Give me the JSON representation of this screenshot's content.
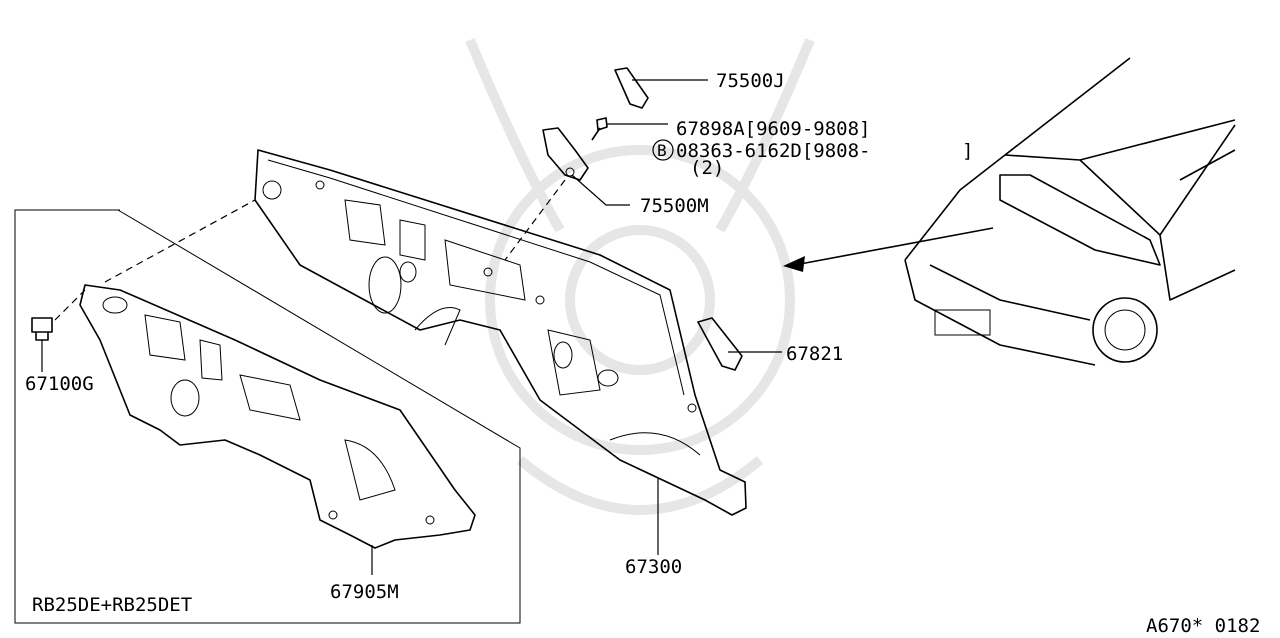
{
  "diagram_code": "A670* 0182",
  "engine_box_label": "RB25DE+RB25DET",
  "callouts": {
    "p75500J": "75500J",
    "p67898A": "67898A[9609-9808]",
    "p08363": "08363-6162D[9808-",
    "p08363_close": "]",
    "p08363_qty": "(2)",
    "bolt_marker": "B",
    "p75500M": "75500M",
    "p67821": "67821",
    "p67100G": "67100G",
    "p67905M": "67905M",
    "p67300": "67300"
  }
}
